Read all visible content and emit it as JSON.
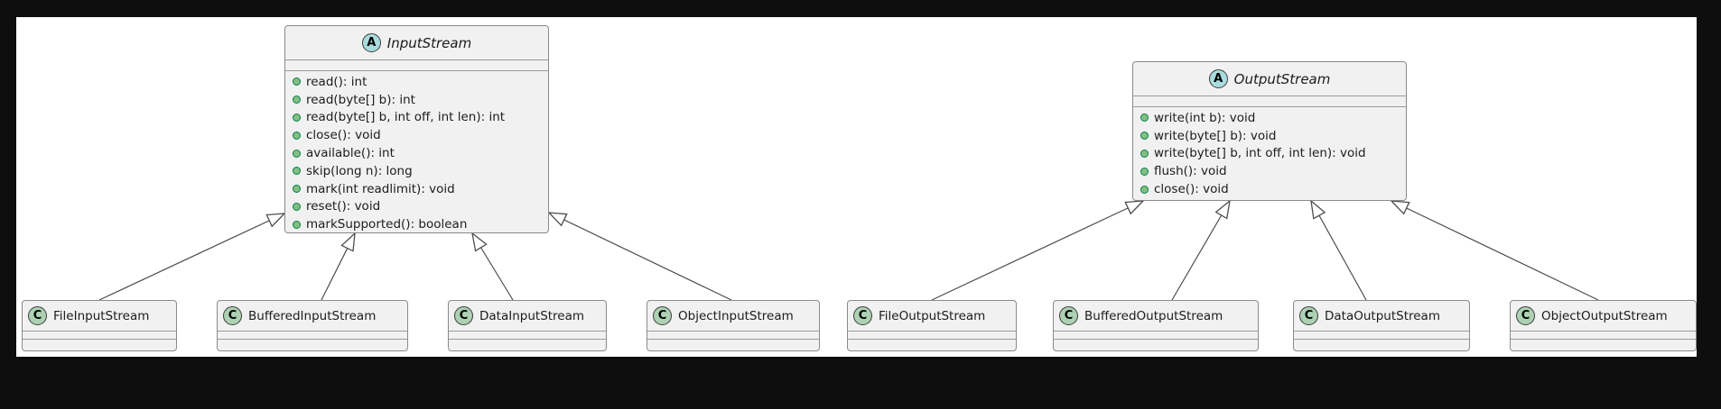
{
  "badges": {
    "abstract_letter": "A",
    "class_letter": "C"
  },
  "colors": {
    "page_frame": "#0e0e0e",
    "canvas_bg": "#ffffff",
    "node_fill": "#f1f1f1",
    "node_border": "#8a8a8a",
    "abstract_badge_fill": "#a9dcdf",
    "class_badge_fill": "#add1b2",
    "method_dot_fill": "#84be84",
    "method_dot_border": "#038048",
    "edge_stroke": "#4d4d4d",
    "text": "#1c1c1c"
  },
  "diagram": {
    "parents": [
      {
        "name": "InputStream",
        "badge": "A",
        "stereotype": "abstract",
        "methods": [
          "read(): int",
          "read(byte[] b): int",
          "read(byte[] b, int off, int len): int",
          "close(): void",
          "available(): int",
          "skip(long n): long",
          "mark(int readlimit): void",
          "reset(): void",
          "markSupported(): boolean"
        ]
      },
      {
        "name": "OutputStream",
        "badge": "A",
        "stereotype": "abstract",
        "methods": [
          "write(int b): void",
          "write(byte[] b): void",
          "write(byte[] b, int off, int len): void",
          "flush(): void",
          "close(): void"
        ]
      }
    ],
    "subclasses": [
      {
        "name": "FileInputStream",
        "badge": "C",
        "extends": "InputStream"
      },
      {
        "name": "BufferedInputStream",
        "badge": "C",
        "extends": "InputStream"
      },
      {
        "name": "DataInputStream",
        "badge": "C",
        "extends": "InputStream"
      },
      {
        "name": "ObjectInputStream",
        "badge": "C",
        "extends": "InputStream"
      },
      {
        "name": "FileOutputStream",
        "badge": "C",
        "extends": "OutputStream"
      },
      {
        "name": "BufferedOutputStream",
        "badge": "C",
        "extends": "OutputStream"
      },
      {
        "name": "DataOutputStream",
        "badge": "C",
        "extends": "OutputStream"
      },
      {
        "name": "ObjectOutputStream",
        "badge": "C",
        "extends": "OutputStream"
      }
    ]
  }
}
